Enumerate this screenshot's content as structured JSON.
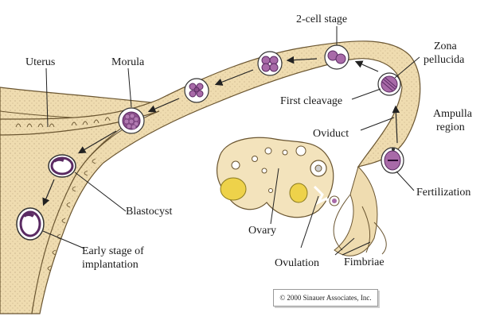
{
  "labels": {
    "uterus": "Uterus",
    "morula": "Morula",
    "two_cell_stage": "2-cell stage",
    "zona_pellucida_line1": "Zona",
    "zona_pellucida_line2": "pellucida",
    "first_cleavage": "First cleavage",
    "oviduct": "Oviduct",
    "ampulla_line1": "Ampulla",
    "ampulla_line2": "region",
    "fertilization": "Fertilization",
    "blastocyst": "Blastocyst",
    "ovary": "Ovary",
    "ovulation": "Ovulation",
    "fimbriae": "Fimbriae",
    "implantation_line1": "Early stage of",
    "implantation_line2": "implantation"
  },
  "copyright": "© 2000 Sinauer Associates, Inc.",
  "colors": {
    "tissue": "#efdcb0",
    "tissue_shadow": "#d9c08a",
    "embryo": "#a86aa8",
    "embryo_dark": "#5a2a62",
    "follicle": "#eed24a"
  }
}
